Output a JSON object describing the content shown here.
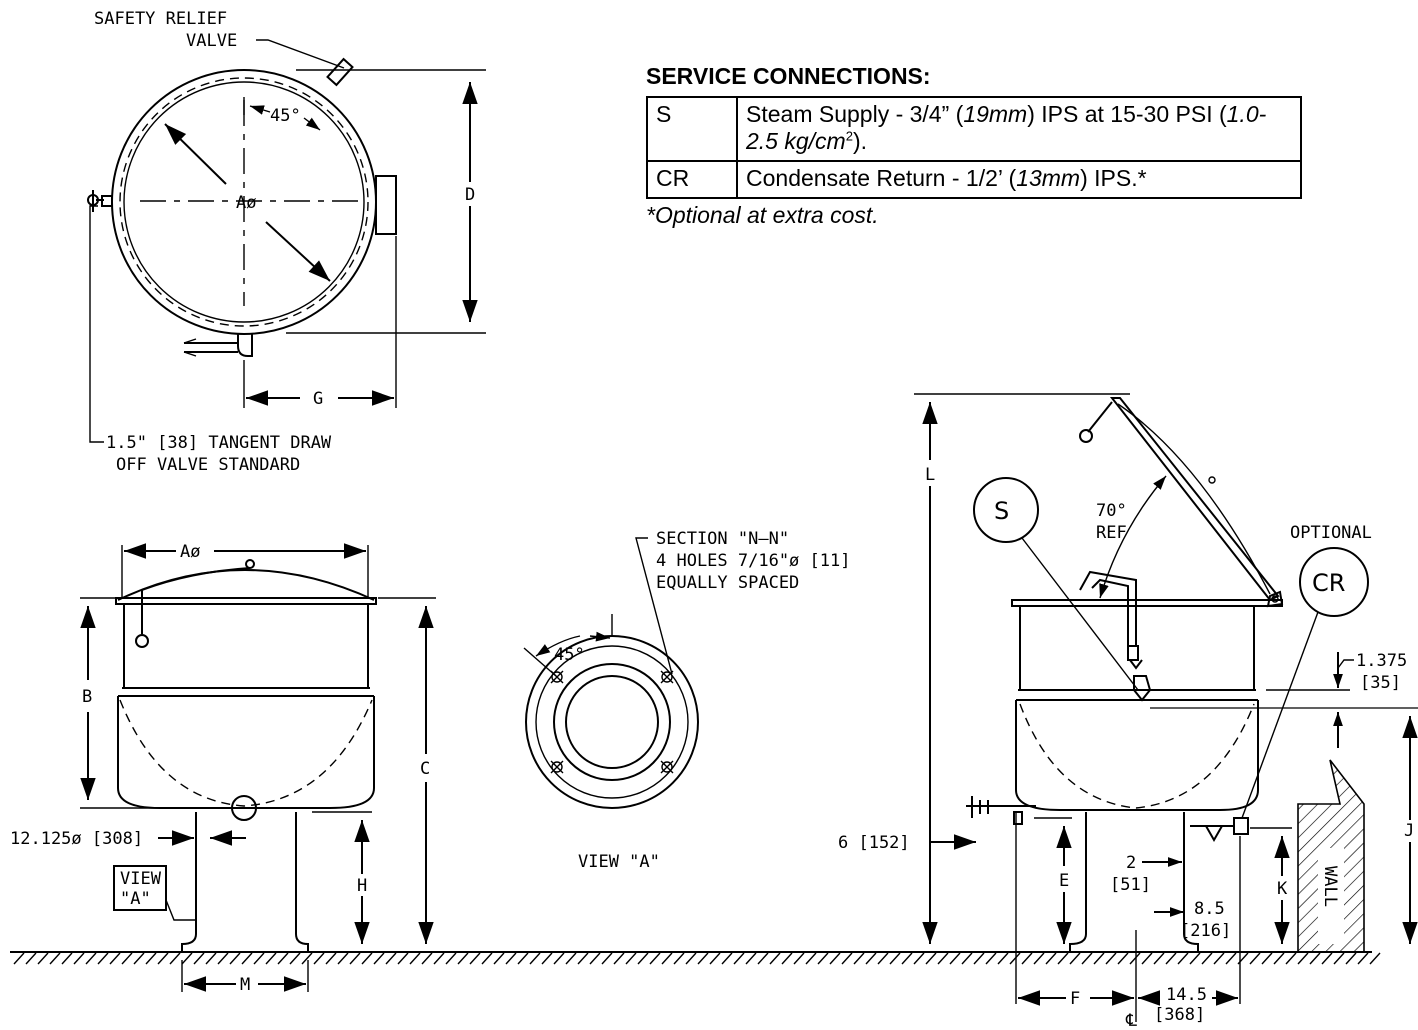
{
  "service": {
    "title": "SERVICE CONNECTIONS:",
    "rows": [
      {
        "code": "S",
        "desc_a": "Steam Supply - 3/4” (",
        "desc_b": "19mm",
        "desc_c": ") IPS at 15-30 PSI (",
        "desc_d": "1.0-2.5 kg/cm",
        "desc_e": "2",
        "desc_f": ")."
      },
      {
        "code": "CR",
        "desc_a": "Condensate Return - 1/2’ (",
        "desc_b": "13mm",
        "desc_c": ") IPS.*"
      }
    ],
    "note": "*Optional at extra cost."
  },
  "top_view": {
    "relief_line1": "SAFETY RELIEF",
    "relief_line2": "VALVE",
    "angle": "45°",
    "dia": "Aø",
    "d": "D",
    "g": "G",
    "draw_off_line1": "1.5\" [38] TANGENT DRAW",
    "draw_off_line2": "OFF VALVE STANDARD"
  },
  "front_view": {
    "dia": "Aø",
    "b": "B",
    "c": "C",
    "h": "H",
    "m": "M",
    "pedestal": "12.125ø [308]",
    "view_line1": "VIEW",
    "view_line2": "\"A\""
  },
  "section_view": {
    "line1": "SECTION \"N–N\"",
    "line2": "4 HOLES 7/16\"ø [11]",
    "line3": "EQUALLY SPACED",
    "angle": "45°",
    "caption": "VIEW \"A\""
  },
  "side_view": {
    "l": "L",
    "s": "S",
    "cr": "CR",
    "optional": "OPTIONAL",
    "lid_angle": "70°",
    "lid_ref": "REF",
    "top_offset": "1.375",
    "top_offset_mm": "[35]",
    "j": "J",
    "k": "K",
    "e": "E",
    "f": "F",
    "floor_offset": "6 [152]",
    "offset2": "2",
    "offset2_mm": "[51]",
    "offset85": "8.5",
    "offset85_mm": "[216]",
    "offset145": "14.5",
    "offset145_mm": "[368]",
    "centerline": "℄",
    "wall": "WALL"
  }
}
